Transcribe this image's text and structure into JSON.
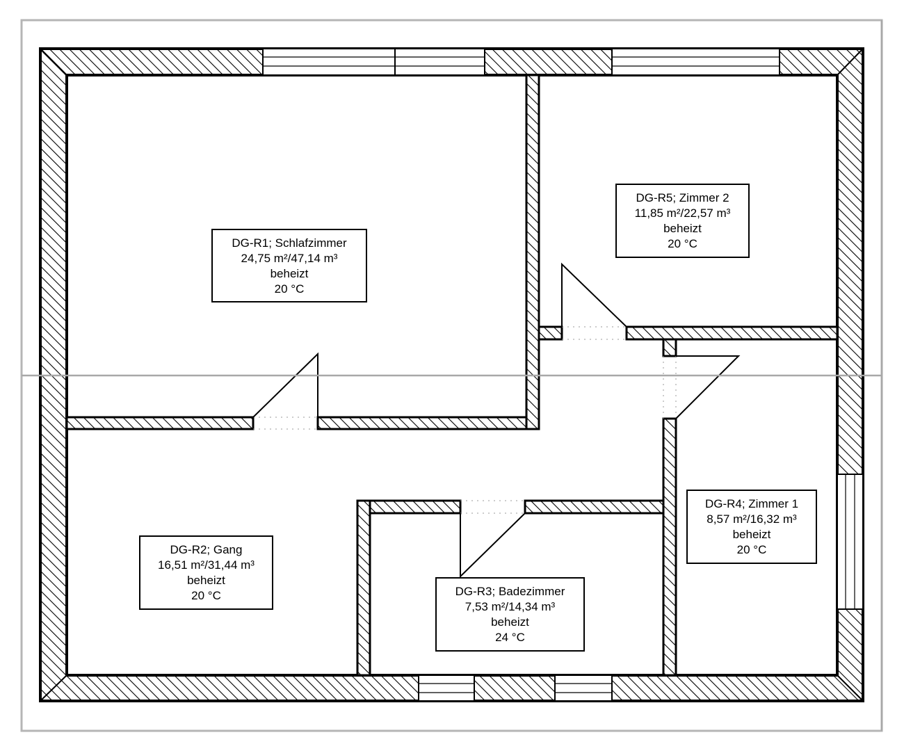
{
  "rooms": [
    {
      "id": "DG-R1",
      "name_line": "DG-R1; Schlafzimmer",
      "area_volume": "24,75 m²/47,14 m³",
      "status": "beheizt",
      "temperature": "20 °C"
    },
    {
      "id": "DG-R2",
      "name_line": "DG-R2; Gang",
      "area_volume": "16,51 m²/31,44 m³",
      "status": "beheizt",
      "temperature": "20 °C"
    },
    {
      "id": "DG-R3",
      "name_line": "DG-R3; Badezimmer",
      "area_volume": "7,53 m²/14,34 m³",
      "status": "beheizt",
      "temperature": "24 °C"
    },
    {
      "id": "DG-R4",
      "name_line": "DG-R4; Zimmer 1",
      "area_volume": "8,57 m²/16,32 m³",
      "status": "beheizt",
      "temperature": "20 °C"
    },
    {
      "id": "DG-R5",
      "name_line": "DG-R5; Zimmer 2",
      "area_volume": "11,85 m²/22,57 m³",
      "status": "beheizt",
      "temperature": "20 °C"
    }
  ],
  "colors": {
    "wall_stroke": "#000000",
    "hatch": "#000000",
    "frame": "#b5b5b5",
    "background": "#ffffff"
  }
}
